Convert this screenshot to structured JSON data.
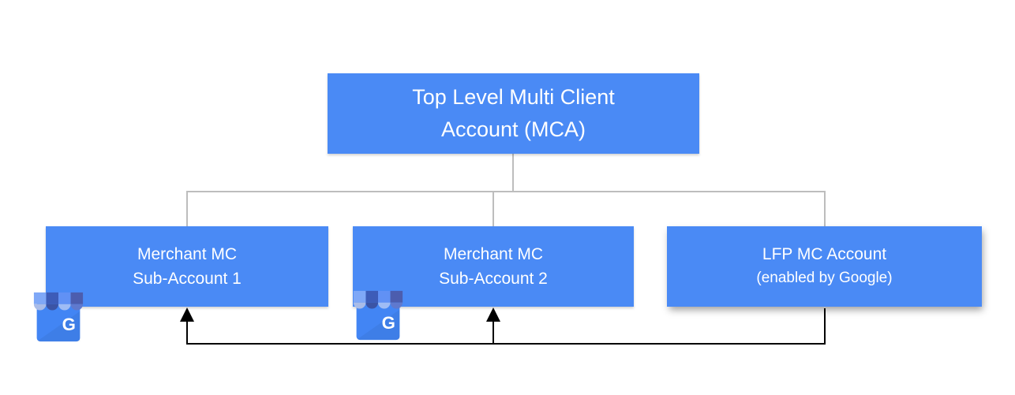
{
  "diagram": {
    "type": "account-hierarchy-tree",
    "colors": {
      "background": "#FFFFFF",
      "box_blue": "#4A8AF5",
      "connector": "#BDBDBD",
      "arrow": "#000000",
      "text": "#FFFFFF"
    },
    "root": {
      "label_line1": "Top Level Multi Client",
      "label_line2": "Account (MCA)"
    },
    "children": [
      {
        "label_line1": "Merchant MC",
        "label_line2": "Sub-Account 1",
        "icon": "google-business-profile-icon"
      },
      {
        "label_line1": "Merchant MC",
        "label_line2": "Sub-Account 2",
        "icon": "google-business-profile-icon"
      },
      {
        "label_line1": "LFP MC Account",
        "label_line2": "(enabled by Google)",
        "icon": ""
      }
    ],
    "icon_letter": "G",
    "arrows": {
      "from": "LFP MC Account (enabled by Google)",
      "to": [
        "Merchant MC Sub-Account 1",
        "Merchant MC Sub-Account 2"
      ]
    }
  }
}
